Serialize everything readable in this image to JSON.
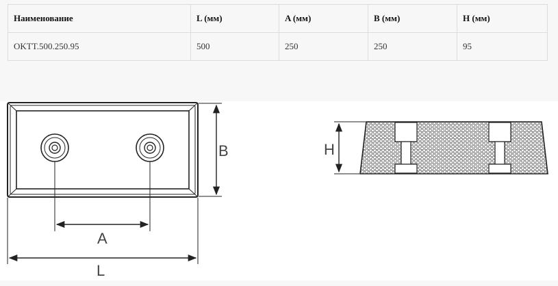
{
  "table": {
    "headers": [
      "Наименование",
      "L (мм)",
      "A (мм)",
      "B (мм)",
      "H (мм)"
    ],
    "rows": [
      [
        "OKTT.500.250.95",
        "500",
        "250",
        "250",
        "95"
      ]
    ]
  },
  "drawing": {
    "label_b": "B",
    "label_a": "A",
    "label_l": "L",
    "label_h": "H"
  }
}
